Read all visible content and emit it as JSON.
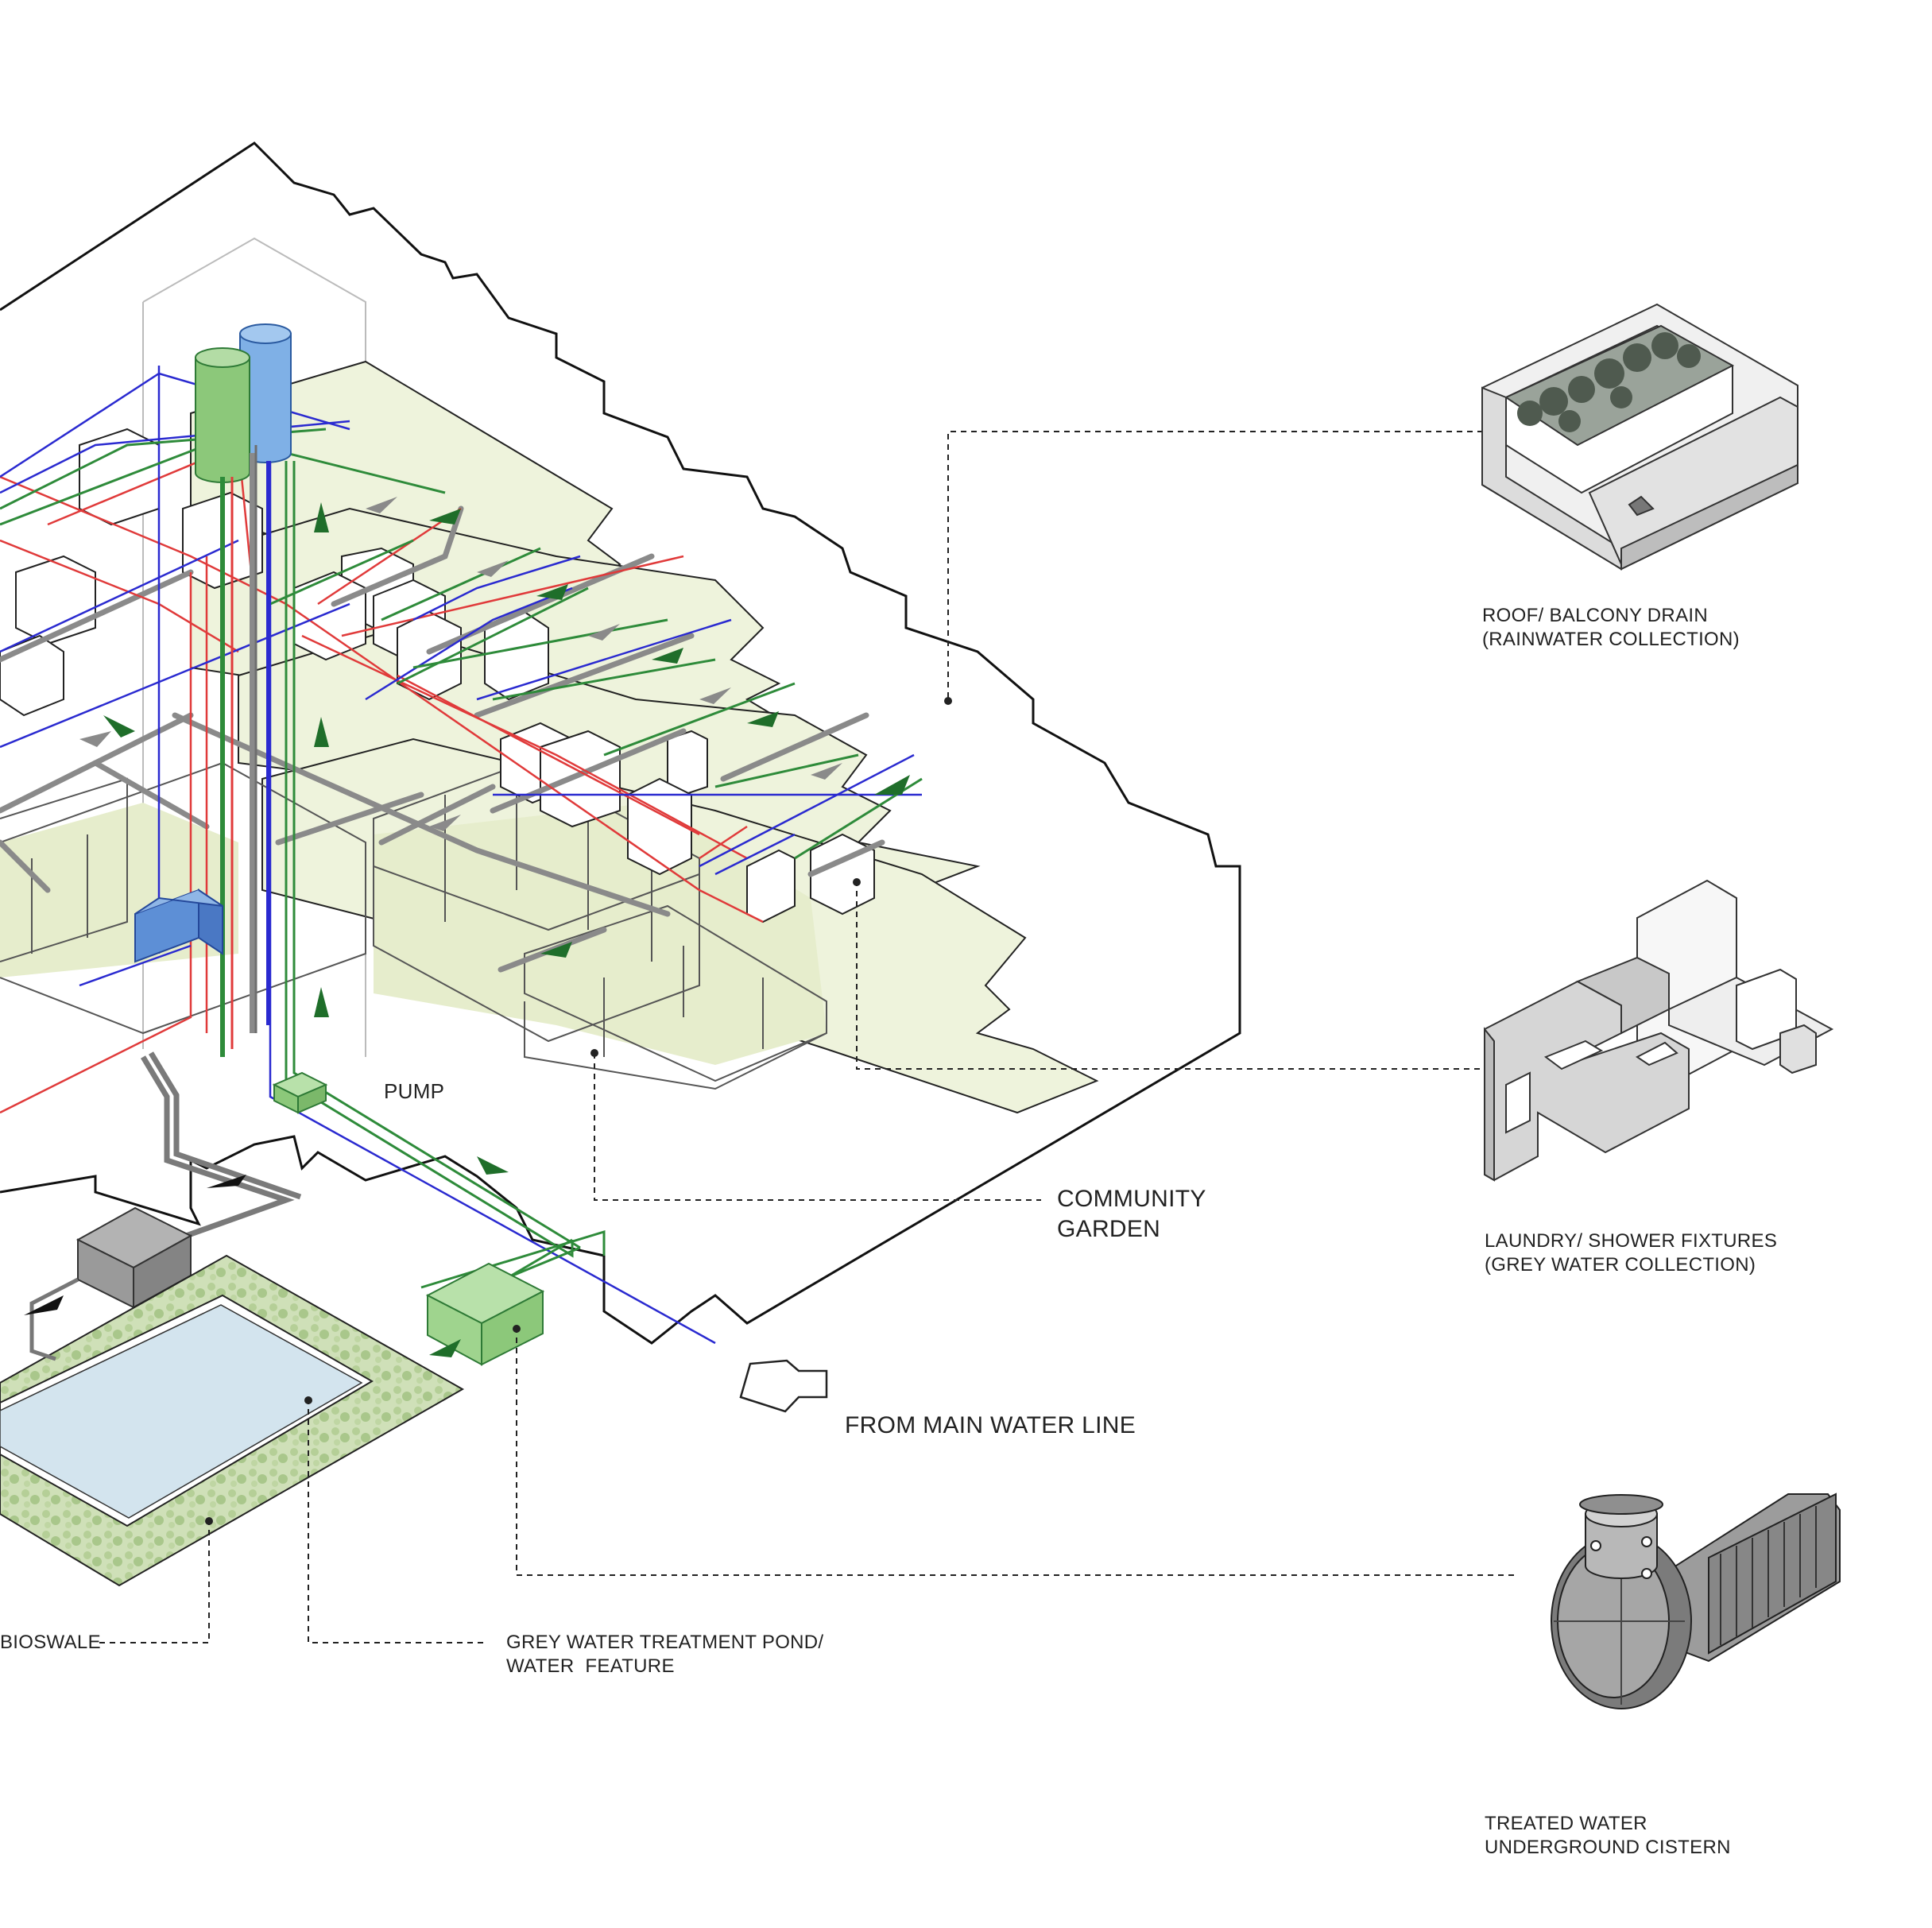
{
  "labels": {
    "roof_drain": [
      "ROOF/ BALCONY DRAIN",
      "(RAINWATER COLLECTION)"
    ],
    "laundry": [
      "LAUNDRY/ SHOWER FIXTURES",
      "(GREY WATER COLLECTION)"
    ],
    "cistern": [
      "TREATED WATER",
      "UNDERGROUND CISTERN"
    ],
    "community_garden": [
      "COMMUNITY",
      "GARDEN"
    ],
    "pump": "PUMP",
    "main_water_line": "FROM MAIN WATER LINE",
    "bioswale": "BIOSWALE",
    "pond": [
      "GREY WATER TREATMENT POND/",
      "WATER  FEATURE"
    ]
  },
  "colors": {
    "rainwater_pipe": "#2e8b3a",
    "potable_pipe": "#2a2ad0",
    "hot_pipe": "#e03a3a",
    "grey_pipe": "#8a8a8a",
    "rain_tank": "#8cc87a",
    "potable_tank": "#7fb0e6",
    "garden_fill": "#eef3dc",
    "pond_water": "#d3e4ee",
    "bioswale_fill": "#c9dcb0",
    "treatment_box": "#9fd48e",
    "pump_box": "#9a9a9a"
  }
}
